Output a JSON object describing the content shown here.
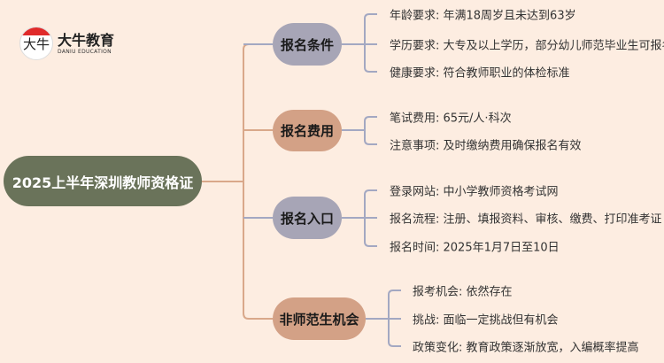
{
  "logo": {
    "mark": "大牛",
    "name": "大牛教育",
    "subtitle": "DANIU EDUCATION"
  },
  "root": "2025上半年深圳教师资格证",
  "branches": [
    {
      "label": "报名条件",
      "items": [
        "年龄要求: 年满18周岁且未达到63岁",
        "学历要求: 大专及以上学历，部分幼儿师范毕业生可报名",
        "健康要求: 符合教师职业的体检标准"
      ]
    },
    {
      "label": "报名费用",
      "items": [
        "笔试费用: 65元/人·科次",
        "注意事项: 及时缴纳费用确保报名有效"
      ]
    },
    {
      "label": "报名入口",
      "items": [
        "登录网站: 中小学教师资格考试网",
        "报名流程: 注册、填报资料、审核、缴费、打印准考证",
        "报名时间: 2025年1月7日至10日"
      ]
    },
    {
      "label": "非师范生机会",
      "items": [
        "报考机会: 依然存在",
        "挑战: 面临一定挑战但有机会",
        "政策变化: 教育政策逐渐放宽，入编概率提高"
      ]
    }
  ],
  "colors": {
    "background": "#fdede1",
    "root": "#6a735a",
    "gray": "#a7a5b6",
    "tan": "#d3a186",
    "line_gray": "#a3a8c2",
    "line_tan": "#d9a88a"
  }
}
